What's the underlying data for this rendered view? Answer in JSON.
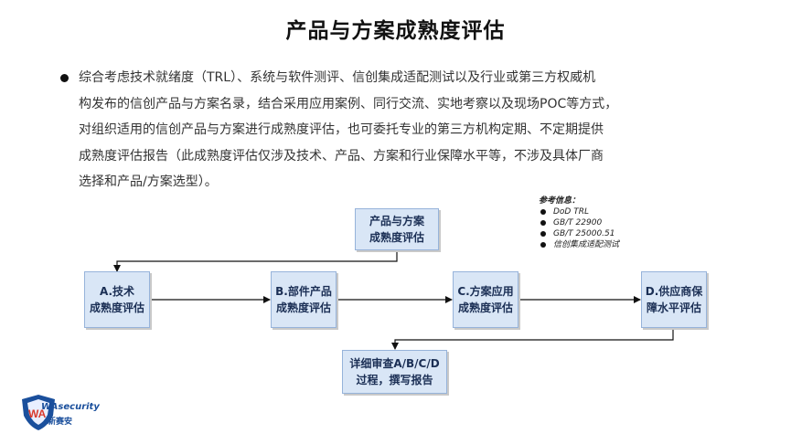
{
  "title": "产品与方案成熟度评估",
  "paragraph_lines": [
    "综合考虑技术就绪度（TRL）、系统与软件测评、信创集成适配测试以及行业或第三方权威机",
    "构发布的信创产品与方案名录，结合采用应用案例、同行交流、实地考察以及现场POC等方式，",
    "对组织适用的信创产品与方案进行成熟度评估，也可委托专业的第三方机构定期、不定期提供",
    "成熟度评估报告（此成熟度评估仅涉及技术、产品、方案和行业保障水平等，不涉及具体厂商",
    "选择和产品/方案选型）。"
  ],
  "diagram": {
    "top": [
      "产品与方案",
      "成熟度评估"
    ],
    "a": [
      "A.技术",
      "成熟度评估"
    ],
    "b": [
      "B.部件产品",
      "成熟度评估"
    ],
    "c": [
      "C.方案应用",
      "成熟度评估"
    ],
    "d": [
      "D.供应商保",
      "障水平评估"
    ],
    "bottom": [
      "详细审查A/B/C/D",
      "过程，撰写报告"
    ]
  },
  "references": {
    "title": "参考信息：",
    "items": [
      "DoD TRL",
      "GB/T 22900",
      "GB/T 25000.51",
      "信创集成适配测试"
    ]
  },
  "logo": {
    "brand": "WAsecurity",
    "sub": "新赛安",
    "badge_text": "WA"
  },
  "colors": {
    "box_fill": "#d9e6f6",
    "box_border": "#96b3da",
    "arrow": "#111111",
    "logo_blue": "#1a4f9c",
    "logo_red": "#d93a2b"
  }
}
